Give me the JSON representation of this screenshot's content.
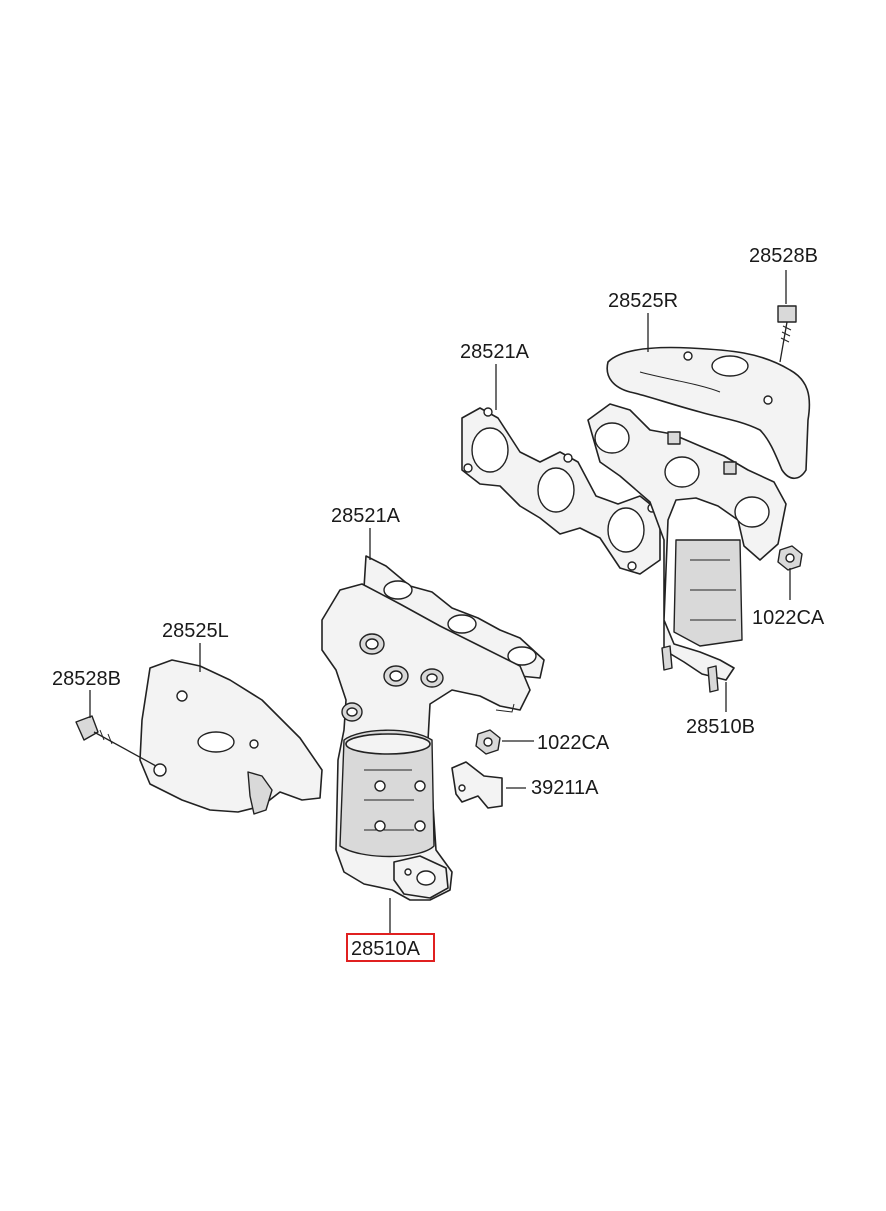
{
  "labels": {
    "gasket_right": "28521A",
    "gasket_left": "28521A",
    "heat_shield_right": "28525R",
    "heat_shield_left": "28525L",
    "bolt_right": "28528B",
    "bolt_left": "28528B",
    "nut_right": "1022CA",
    "nut_left": "1022CA",
    "manifold_right": "28510B",
    "manifold_left": "28510A",
    "bracket": "39211A"
  },
  "highlight": {
    "part": "28510A",
    "color": "#e02020"
  }
}
